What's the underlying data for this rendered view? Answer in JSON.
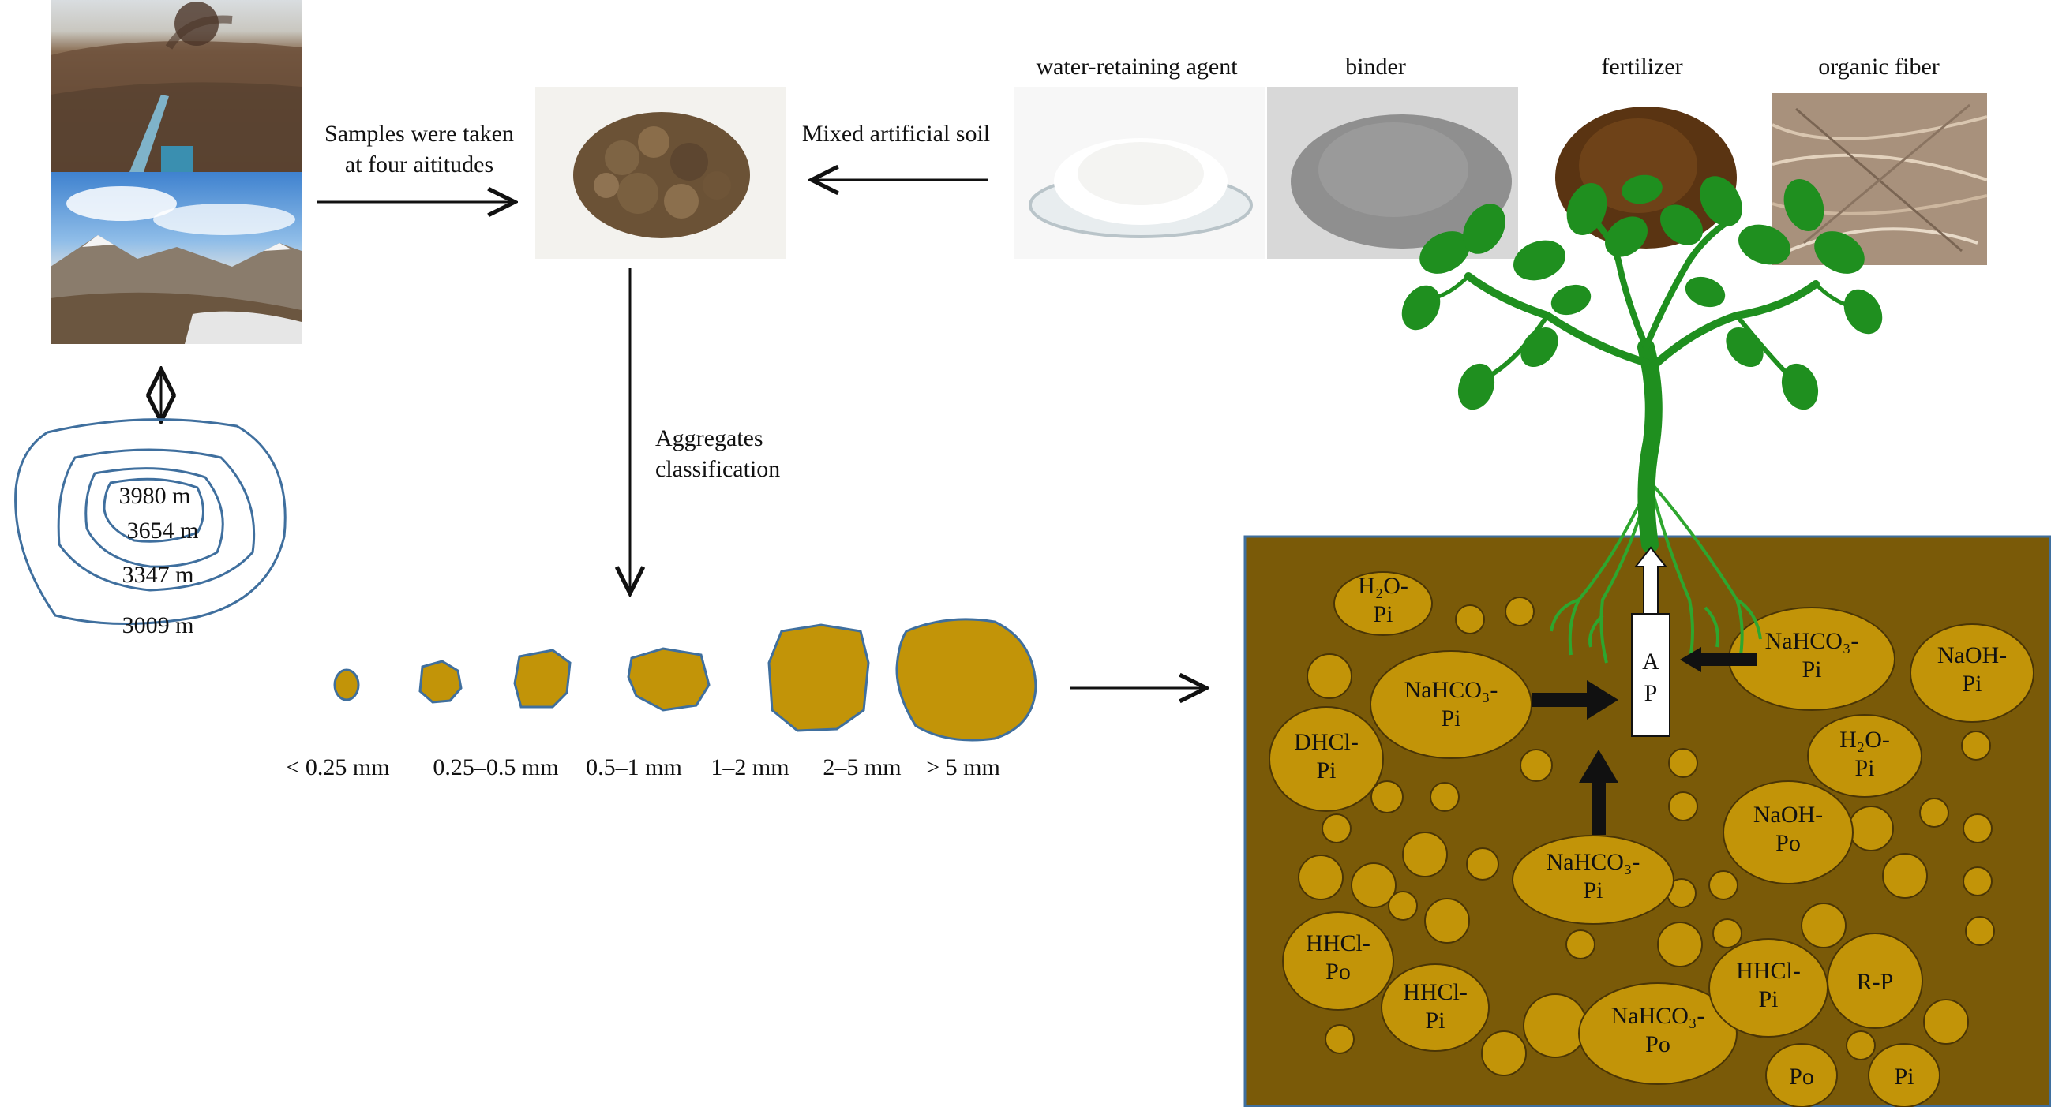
{
  "labels": {
    "samples_line1": "Samples were taken",
    "samples_line2": "at four aititudes",
    "mixed": "Mixed artificial soil",
    "aggregates_line1": "Aggregates",
    "aggregates_line2": "classification"
  },
  "materials": [
    {
      "name": "water-retaining agent"
    },
    {
      "name": "binder"
    },
    {
      "name": "fertilizer"
    },
    {
      "name": "organic fiber"
    }
  ],
  "altitudes": [
    "3980 m",
    "3654 m",
    "3347 m",
    "3009 m"
  ],
  "size_classes": [
    "< 0.25 mm",
    "0.25–0.5 mm",
    "0.5–1 mm",
    "1–2 mm",
    "2–5 mm",
    "> 5 mm"
  ],
  "pools": {
    "h2o_pi_a": [
      "H₂O-",
      "Pi"
    ],
    "nahco3_pi_main": [
      "NaHCO₃-",
      "Pi"
    ],
    "dhcl_pi": [
      "DHCl-",
      "Pi"
    ],
    "nahco3_pi_right": [
      "NaHCO₃-",
      "Pi"
    ],
    "naoh_pi": [
      "NaOH-",
      "Pi"
    ],
    "h2o_pi_b": [
      "H₂O-",
      "Pi"
    ],
    "naoh_po": [
      "NaOH-",
      "Po"
    ],
    "nahco3_pi_low": [
      "NaHCO₃-",
      "Pi"
    ],
    "hhcl_po": [
      "HHCl-",
      "Po"
    ],
    "hhcl_pi_a": [
      "HHCl-",
      "Pi"
    ],
    "nahco3_po": [
      "NaHCO₃-",
      "Po"
    ],
    "hhcl_pi_b": [
      "HHCl-",
      "Pi"
    ],
    "r_p": [
      "R-P"
    ],
    "po": [
      "Po"
    ],
    "pi": [
      "Pi"
    ]
  },
  "ap": [
    "A",
    "P"
  ],
  "colors": {
    "soil": "#7a5a08",
    "granule": "#c29408",
    "outline": "#3f6f9e",
    "leaf": "#1f8f1f",
    "root": "#2ea62e"
  }
}
